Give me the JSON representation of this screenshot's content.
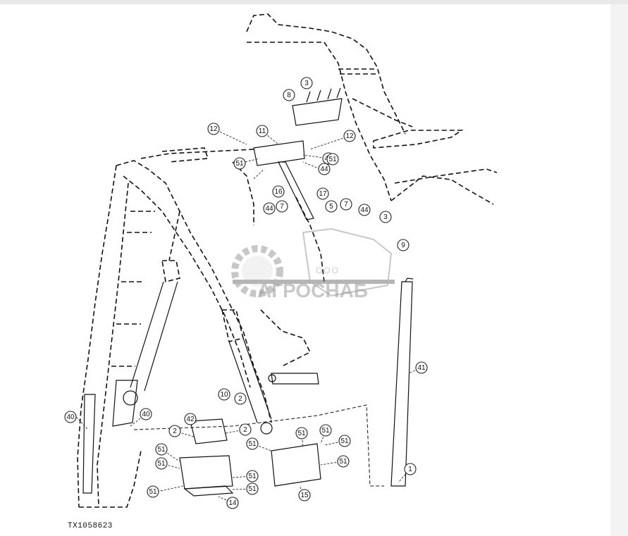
{
  "figure_code": "TX1058623",
  "watermark": {
    "prefix": "ООО",
    "brand": "АГРОСНАБ"
  },
  "callouts": [
    "3",
    "8",
    "12",
    "11",
    "12",
    "51",
    "44",
    "51",
    "44",
    "16",
    "17",
    "44",
    "7",
    "5",
    "7",
    "44",
    "3",
    "9",
    "41",
    "10",
    "2",
    "42",
    "2",
    "2",
    "40",
    "40",
    "51",
    "51",
    "51",
    "51",
    "51",
    "51",
    "51",
    "51",
    "51",
    "51",
    "51",
    "15",
    "14",
    "1"
  ]
}
